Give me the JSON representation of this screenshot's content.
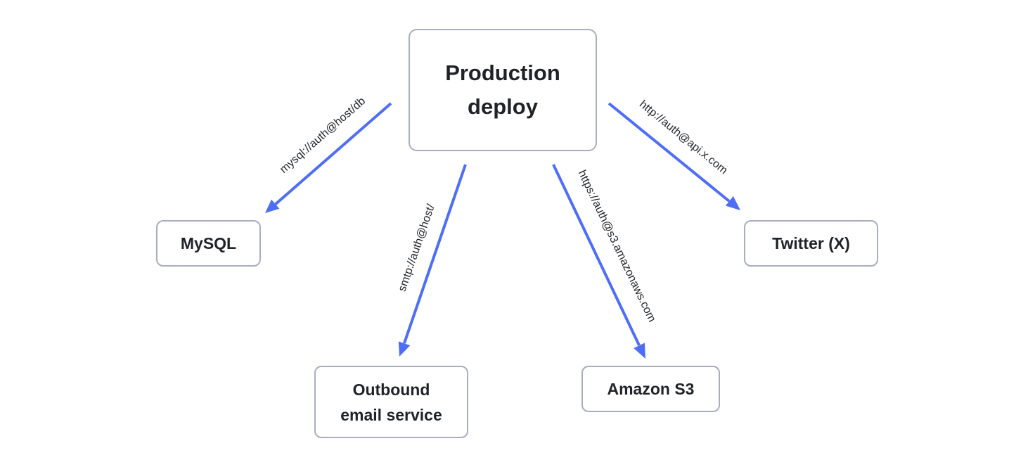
{
  "root": {
    "label": "Production\ndeploy"
  },
  "nodes": [
    {
      "id": "mysql",
      "label": "MySQL"
    },
    {
      "id": "email",
      "label": "Outbound\nemail service"
    },
    {
      "id": "s3",
      "label": "Amazon S3"
    },
    {
      "id": "twitter",
      "label": "Twitter (X)"
    }
  ],
  "edges": [
    {
      "from": "root",
      "to": "mysql",
      "label": "mysql://auth@host/db"
    },
    {
      "from": "root",
      "to": "email",
      "label": "smtp://auth@host/"
    },
    {
      "from": "root",
      "to": "s3",
      "label": "https://auth@s3.amazonaws.com"
    },
    {
      "from": "root",
      "to": "twitter",
      "label": "http://auth@api.x.com"
    }
  ],
  "colors": {
    "edge": "#4f6ef7",
    "node_border": "#a7afbf",
    "text": "#1f2328"
  }
}
